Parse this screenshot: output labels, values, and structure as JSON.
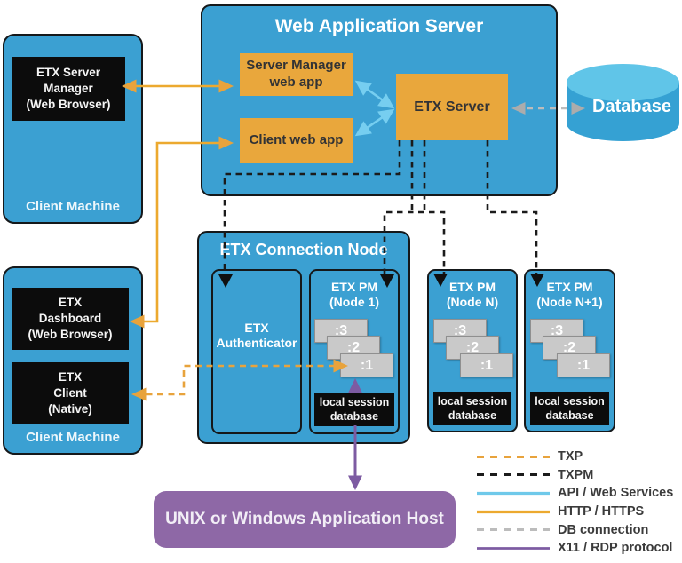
{
  "colors": {
    "node_blue": "#3BA0D2",
    "box_orange": "#E9A73C",
    "box_black": "#0C0C0C",
    "session_gray": "#C9C9C9",
    "host_purple": "#8E68A6",
    "arrow_blue": "#76CEF0",
    "arrow_orange_solid": "#ECA92F",
    "arrow_orange_dashed": "#E8A33C",
    "arrow_black_dashed": "#1B1B1B",
    "arrow_gray": "#BCBCBC",
    "arrow_purple": "#7D5BA2"
  },
  "web_app_server": {
    "title": "Web Application Server"
  },
  "server_manager_web_app": {
    "line1": "Server Manager",
    "line2": "web app"
  },
  "client_web_app": {
    "label": "Client web app"
  },
  "etx_server": {
    "label": "ETX Server"
  },
  "database": {
    "label": "Database"
  },
  "client_machine_top": {
    "server_manager": {
      "line1": "ETX Server",
      "line2": "Manager",
      "line3": "(Web Browser)"
    },
    "caption": "Client Machine"
  },
  "client_machine_bottom": {
    "dashboard": {
      "line1": "ETX",
      "line2": "Dashboard",
      "line3": "(Web Browser)"
    },
    "native_client": {
      "line1": "ETX",
      "line2": "Client",
      "line3": "(Native)"
    },
    "caption": "Client Machine"
  },
  "connection_node": {
    "title": "ETX Connection Node",
    "authenticator": {
      "line1": "ETX",
      "line2": "Authenticator"
    }
  },
  "pm_nodes": [
    {
      "line1": "ETX PM",
      "line2": "(Node 1)",
      "sessions": [
        ":3",
        ":2",
        ":1"
      ],
      "db": {
        "line1": "local session",
        "line2": "database"
      }
    },
    {
      "line1": "ETX PM",
      "line2": "(Node N)",
      "sessions": [
        ":3",
        ":2",
        ":1"
      ],
      "db": {
        "line1": "local session",
        "line2": "database"
      }
    },
    {
      "line1": "ETX PM",
      "line2": "(Node N+1)",
      "sessions": [
        ":3",
        ":2",
        ":1"
      ],
      "db": {
        "line1": "local session",
        "line2": "database"
      }
    }
  ],
  "unix_host": {
    "label": "UNIX or Windows Application Host"
  },
  "legend": {
    "items": [
      {
        "label": "TXP",
        "style": "dashed",
        "color": "#E8A33C"
      },
      {
        "label": "TXPM",
        "style": "dashed",
        "color": "#1B1B1B"
      },
      {
        "label": "API / Web Services",
        "style": "solid",
        "color": "#6FC9EA"
      },
      {
        "label": "HTTP / HTTPS",
        "style": "solid",
        "color": "#ECA92F"
      },
      {
        "label": "DB connection",
        "style": "dashed",
        "color": "#BCBCBC"
      },
      {
        "label": "X11 / RDP protocol",
        "style": "solid",
        "color": "#7D5BA2"
      }
    ]
  }
}
